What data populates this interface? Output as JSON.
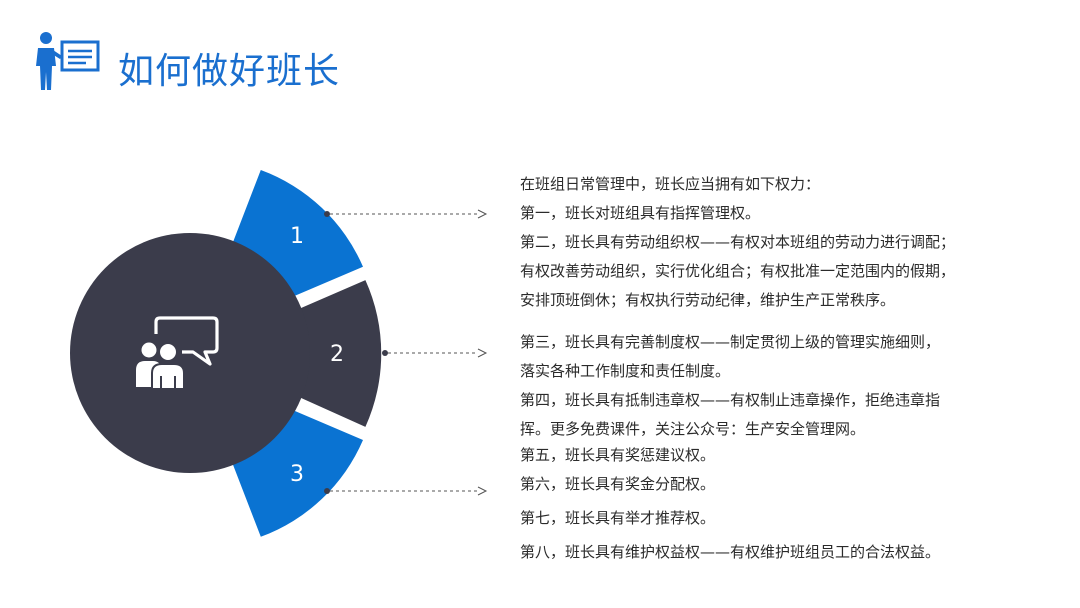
{
  "header": {
    "title": "如何做好班长",
    "icon": "presenter-board-icon"
  },
  "diagram": {
    "center_icon": "chat-users-icon",
    "segments": [
      {
        "label": "1",
        "color": "#0a73d2"
      },
      {
        "label": "2",
        "color": "#3b3c4b"
      },
      {
        "label": "3",
        "color": "#0a73d2"
      }
    ],
    "center_color": "#3b3c4b"
  },
  "text": {
    "block1": [
      "在班组日常管理中，班长应当拥有如下权力：",
      "第一，班长对班组具有指挥管理权。",
      "第二，班长具有劳动组织权——有权对本班组的劳动力进行调配；",
      "有权改善劳动组织，实行优化组合；有权批准一定范围内的假期，",
      "安排顶班倒休；有权执行劳动纪律，维护生产正常秩序。"
    ],
    "block2": [
      "第三，班长具有完善制度权——制定贯彻上级的管理实施细则，",
      "落实各种工作制度和责任制度。",
      "第四，班长具有抵制违章权——有权制止违章操作，拒绝违章指",
      "挥。更多免费课件，关注公众号：生产安全管理网。"
    ],
    "block3": [
      "第五，班长具有奖惩建议权。",
      "第六，班长具有奖金分配权。",
      "第七，班长具有举才推荐权。",
      "第八，班长具有维护权益权——有权维护班组员工的合法权益。"
    ]
  }
}
